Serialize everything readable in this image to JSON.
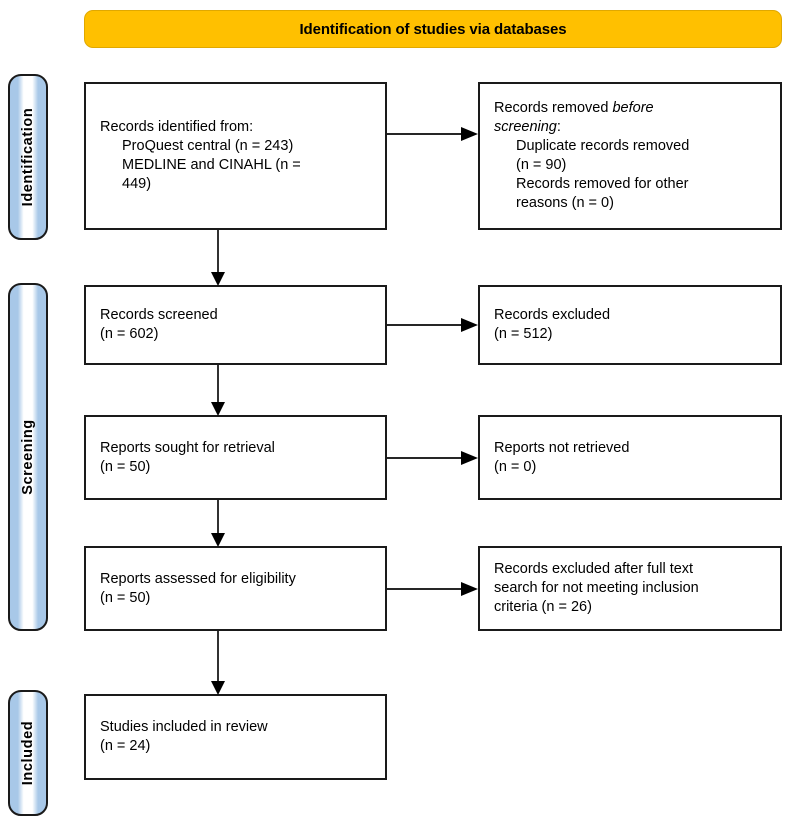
{
  "banner": {
    "title": "Identification of studies via databases",
    "color": "#FFC000"
  },
  "stages": [
    {
      "id": "identification",
      "label": "Identification",
      "color": "#A8C8E8"
    },
    {
      "id": "screening",
      "label": "Screening",
      "color": "#A8C8E8"
    },
    {
      "id": "included",
      "label": "Included",
      "color": "#A8C8E8"
    }
  ],
  "nodes": {
    "records_identified": {
      "name": "records-identified",
      "line1": "Records identified from:",
      "line2": "ProQuest central (n = 243)",
      "line3": "MEDLINE and CINAHL (n =",
      "line4": "449)"
    },
    "records_removed": {
      "name": "records-removed-before-screening",
      "line1_a": "Records removed ",
      "line1_b": "before",
      "line2_a": "screening",
      "line2_b": ":",
      "line3": "Duplicate records removed",
      "line4": "(n = 90)",
      "line5": "Records removed for other",
      "line6": "reasons (n = 0)"
    },
    "records_screened": {
      "name": "records-screened",
      "line1": "Records screened",
      "line2": "(n = 602)"
    },
    "records_excluded": {
      "name": "records-excluded",
      "line1": "Records excluded",
      "line2": "(n = 512)"
    },
    "reports_sought": {
      "name": "reports-sought-for-retrieval",
      "line1": "Reports sought for retrieval",
      "line2": "(n = 50)"
    },
    "reports_not_retrieved": {
      "name": "reports-not-retrieved",
      "line1": "Reports not retrieved",
      "line2": "(n = 0)"
    },
    "reports_assessed": {
      "name": "reports-assessed-for-eligibility",
      "line1": "Reports assessed for eligibility",
      "line2": "(n = 50)"
    },
    "records_excluded_fulltext": {
      "name": "records-excluded-after-full-text",
      "line1": "Records excluded after full text",
      "line2": "search for not meeting inclusion",
      "line3": "criteria (n = 26)"
    },
    "studies_included": {
      "name": "studies-included-in-review",
      "line1": "Studies included in review",
      "line2": "(n = 24)"
    }
  },
  "chart_data": {
    "type": "diagram",
    "title": "Identification of studies via databases",
    "diagram_kind": "PRISMA 2020 flow diagram",
    "stages": [
      "Identification",
      "Screening",
      "Included"
    ],
    "counts": {
      "ProQuest central": 243,
      "MEDLINE and CINAHL": 449,
      "Duplicate records removed": 90,
      "Records removed for other reasons": 0,
      "Records screened": 602,
      "Records excluded": 512,
      "Reports sought for retrieval": 50,
      "Reports not retrieved": 0,
      "Reports assessed for eligibility": 50,
      "Records excluded after full text search for not meeting inclusion criteria": 26,
      "Studies included in review": 24
    },
    "flow": [
      {
        "from": "Records identified from databases",
        "to": "Records removed before screening",
        "type": "exclusion"
      },
      {
        "from": "Records identified from databases",
        "to": "Records screened",
        "type": "main"
      },
      {
        "from": "Records screened",
        "to": "Records excluded",
        "type": "exclusion"
      },
      {
        "from": "Records screened",
        "to": "Reports sought for retrieval",
        "type": "main"
      },
      {
        "from": "Reports sought for retrieval",
        "to": "Reports not retrieved",
        "type": "exclusion"
      },
      {
        "from": "Reports sought for retrieval",
        "to": "Reports assessed for eligibility",
        "type": "main"
      },
      {
        "from": "Reports assessed for eligibility",
        "to": "Records excluded after full text search",
        "type": "exclusion"
      },
      {
        "from": "Reports assessed for eligibility",
        "to": "Studies included in review",
        "type": "main"
      }
    ]
  }
}
